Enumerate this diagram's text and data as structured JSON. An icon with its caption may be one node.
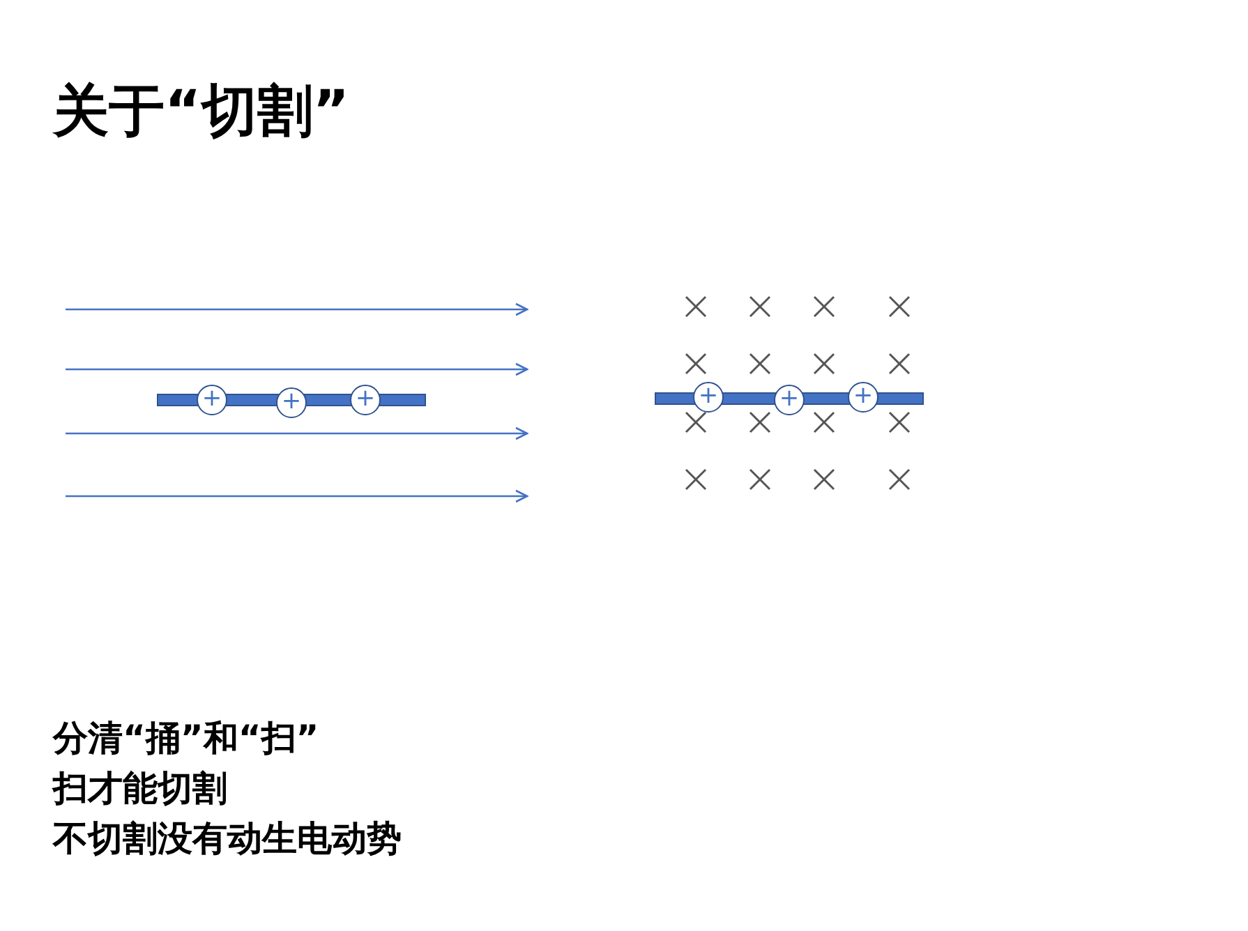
{
  "diagram": {
    "title": "关于“切割”",
    "nodes": [
      {
        "text": [
          "+"
        ]
      },
      {
        "text": [
          "+"
        ]
      },
      {
        "text": [
          "+"
        ]
      },
      {
        "text": [
          "+"
        ]
      },
      {
        "text": [
          "+"
        ]
      },
      {
        "text": [
          "+"
        ]
      }
    ],
    "labels": [
      "分清“捅”和“扫”",
      "扫才能切割",
      "不切割没有动生电动势"
    ]
  }
}
